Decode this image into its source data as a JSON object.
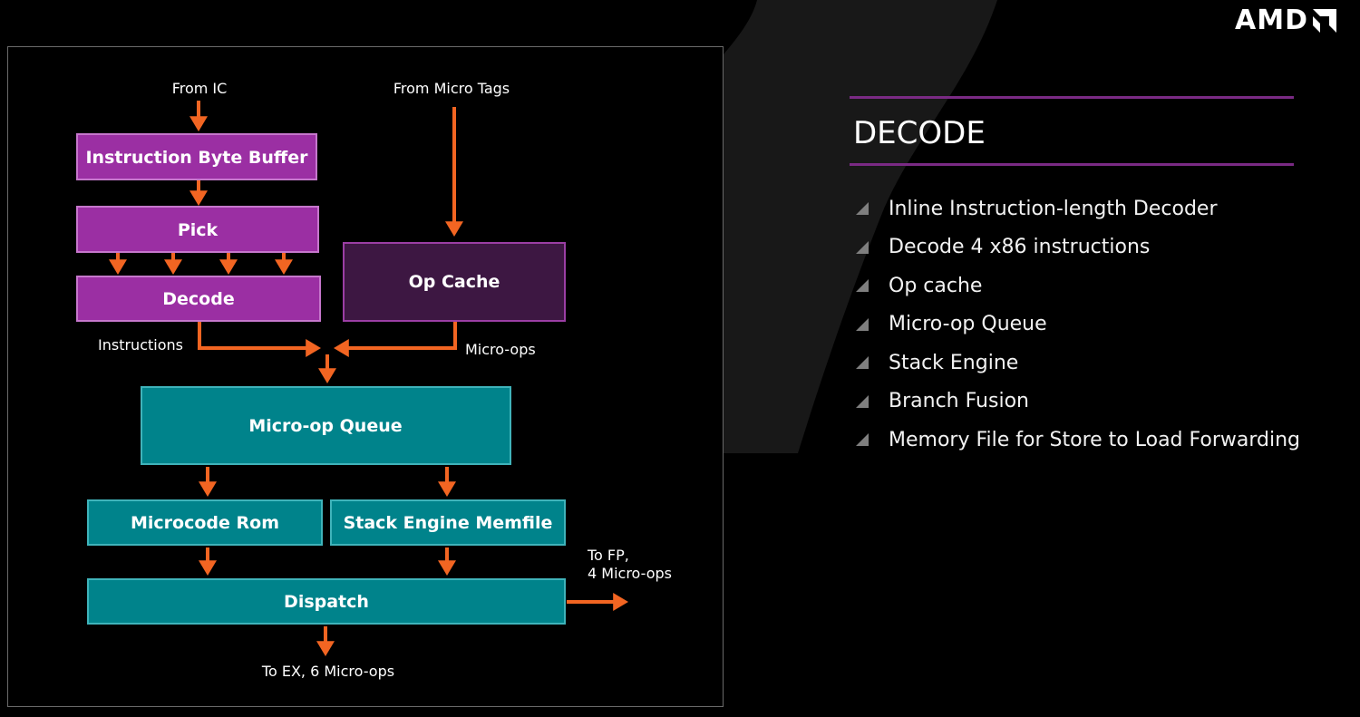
{
  "brand": {
    "logo": "AMD",
    "logo_icon": "amd-arrow-icon"
  },
  "diagram": {
    "labels": {
      "from_ic": "From IC",
      "from_micro_tags": "From Micro Tags",
      "instructions": "Instructions",
      "micro_ops": "Micro-ops",
      "to_fp_line1": "To FP,",
      "to_fp_line2": "4 Micro-ops",
      "to_ex": "To EX, 6 Micro-ops"
    },
    "boxes": {
      "instruction_byte_buffer": "Instruction Byte Buffer",
      "pick": "Pick",
      "decode": "Decode",
      "op_cache": "Op Cache",
      "micro_op_queue": "Micro-op Queue",
      "microcode_rom": "Microcode Rom",
      "stack_engine_memfile": "Stack Engine Memfile",
      "dispatch": "Dispatch"
    }
  },
  "side": {
    "title": "DECODE",
    "features": [
      "Inline Instruction-length Decoder",
      "Decode 4 x86 instructions",
      "Op cache",
      "Micro-op Queue",
      "Stack Engine",
      "Branch Fusion",
      "Memory File for Store to Load Forwarding"
    ]
  },
  "colors": {
    "background": "#000000",
    "purple": "#9b2fa3",
    "dark_purple": "#3d1742",
    "teal": "#00838b",
    "arrow": "#f26522",
    "accent_rule": "#7a2a84"
  }
}
